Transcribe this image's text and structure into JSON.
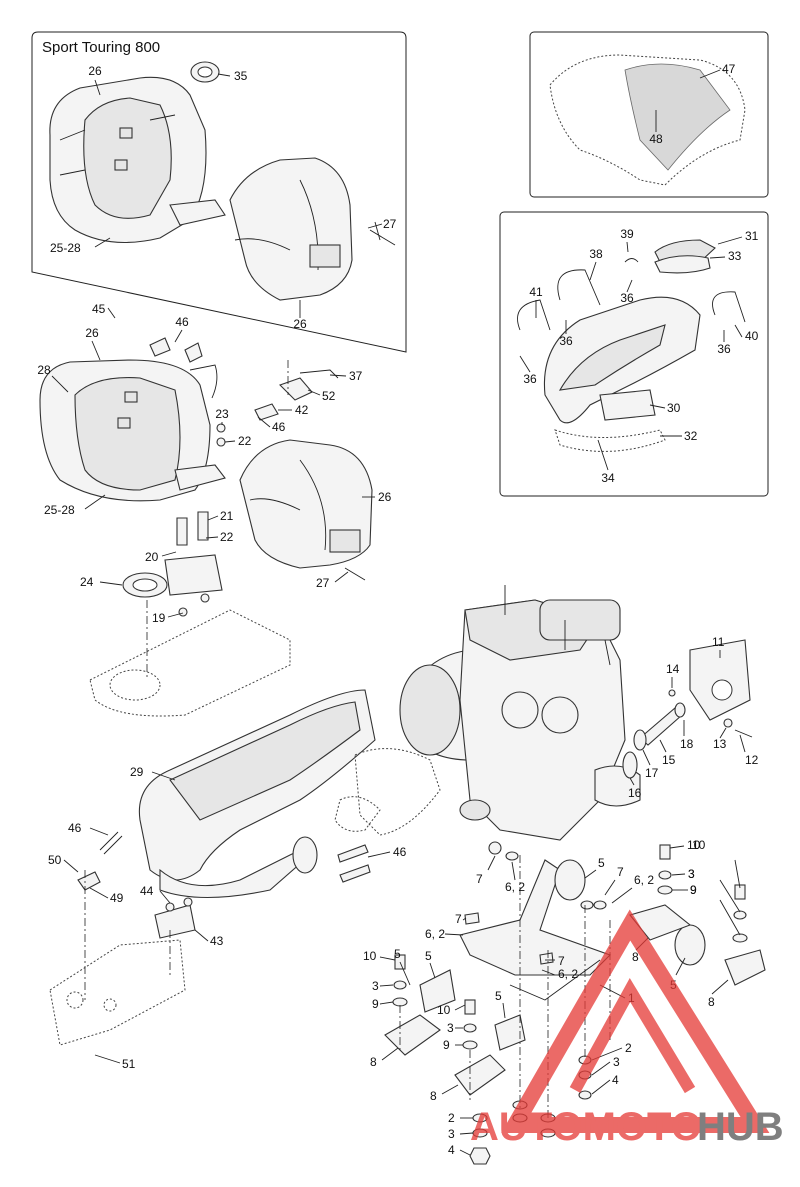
{
  "diagram": {
    "inset_title": "Sport Touring 800",
    "callouts": [
      {
        "id": "c26a",
        "text": "26"
      },
      {
        "id": "c35",
        "text": "35"
      },
      {
        "id": "c27a",
        "text": "27"
      },
      {
        "id": "c2528a",
        "text": "25-28"
      },
      {
        "id": "c26b",
        "text": "26"
      },
      {
        "id": "c47",
        "text": "47"
      },
      {
        "id": "c48",
        "text": "48"
      },
      {
        "id": "c39",
        "text": "39"
      },
      {
        "id": "c31",
        "text": "31"
      },
      {
        "id": "c38",
        "text": "38"
      },
      {
        "id": "c33",
        "text": "33"
      },
      {
        "id": "c36a",
        "text": "36"
      },
      {
        "id": "c41",
        "text": "41"
      },
      {
        "id": "c40",
        "text": "40"
      },
      {
        "id": "c36b",
        "text": "36"
      },
      {
        "id": "c36c",
        "text": "36"
      },
      {
        "id": "c36d",
        "text": "36"
      },
      {
        "id": "c30",
        "text": "30"
      },
      {
        "id": "c32",
        "text": "32"
      },
      {
        "id": "c34",
        "text": "34"
      },
      {
        "id": "c45",
        "text": "45"
      },
      {
        "id": "c46a",
        "text": "46"
      },
      {
        "id": "c26c",
        "text": "26"
      },
      {
        "id": "c28",
        "text": "28"
      },
      {
        "id": "c37",
        "text": "37"
      },
      {
        "id": "c52",
        "text": "52"
      },
      {
        "id": "c23",
        "text": "23"
      },
      {
        "id": "c42",
        "text": "42"
      },
      {
        "id": "c46b",
        "text": "46"
      },
      {
        "id": "c22a",
        "text": "22"
      },
      {
        "id": "c26d",
        "text": "26"
      },
      {
        "id": "c2528b",
        "text": "25-28"
      },
      {
        "id": "c21",
        "text": "21"
      },
      {
        "id": "c22b",
        "text": "22"
      },
      {
        "id": "c20",
        "text": "20"
      },
      {
        "id": "c24",
        "text": "24"
      },
      {
        "id": "c27b",
        "text": "27"
      },
      {
        "id": "c19",
        "text": "19"
      },
      {
        "id": "c11",
        "text": "11"
      },
      {
        "id": "c14",
        "text": "14"
      },
      {
        "id": "c18",
        "text": "18"
      },
      {
        "id": "c13",
        "text": "13"
      },
      {
        "id": "c12",
        "text": "12"
      },
      {
        "id": "c15",
        "text": "15"
      },
      {
        "id": "c17",
        "text": "17"
      },
      {
        "id": "c16",
        "text": "16"
      },
      {
        "id": "c29",
        "text": "29"
      },
      {
        "id": "c46c",
        "text": "46"
      },
      {
        "id": "c50",
        "text": "50"
      },
      {
        "id": "c49",
        "text": "49"
      },
      {
        "id": "c46d",
        "text": "46"
      },
      {
        "id": "c44",
        "text": "44"
      },
      {
        "id": "c43",
        "text": "43"
      },
      {
        "id": "c51",
        "text": "51"
      },
      {
        "id": "c7a",
        "text": "7"
      },
      {
        "id": "c62a",
        "text": "6, 2"
      },
      {
        "id": "c5a",
        "text": "5"
      },
      {
        "id": "c7b",
        "text": "7"
      },
      {
        "id": "c62b",
        "text": "6, 2"
      },
      {
        "id": "c10a",
        "text": "10"
      },
      {
        "id": "c3a",
        "text": "3"
      },
      {
        "id": "c9a",
        "text": "9"
      },
      {
        "id": "c10b",
        "text": "10"
      },
      {
        "id": "c3b",
        "text": "3"
      },
      {
        "id": "c9b",
        "text": "9"
      },
      {
        "id": "c8a",
        "text": "8"
      },
      {
        "id": "c7c",
        "text": "7"
      },
      {
        "id": "c62c",
        "text": "6, 2"
      },
      {
        "id": "c5b",
        "text": "5"
      },
      {
        "id": "c7d",
        "text": "7"
      },
      {
        "id": "c62d",
        "text": "6, 2"
      },
      {
        "id": "c10c",
        "text": "10"
      },
      {
        "id": "c3c",
        "text": "3"
      },
      {
        "id": "c9c",
        "text": "9"
      },
      {
        "id": "c10d",
        "text": "10"
      },
      {
        "id": "c3d",
        "text": "3"
      },
      {
        "id": "c9d",
        "text": "9"
      },
      {
        "id": "c8b",
        "text": "8"
      },
      {
        "id": "c5c",
        "text": "5"
      },
      {
        "id": "c5d",
        "text": "5"
      },
      {
        "id": "c1",
        "text": "1"
      },
      {
        "id": "c5e",
        "text": "5"
      },
      {
        "id": "c8c",
        "text": "8"
      },
      {
        "id": "c8d",
        "text": "8"
      },
      {
        "id": "c2a",
        "text": "2"
      },
      {
        "id": "c3e",
        "text": "3"
      },
      {
        "id": "c4a",
        "text": "4"
      },
      {
        "id": "c2b",
        "text": "2"
      },
      {
        "id": "c3f",
        "text": "3"
      },
      {
        "id": "c4b",
        "text": "4"
      }
    ]
  },
  "watermark": {
    "part1": "AUTOMOTO",
    "part2": "HUB",
    "color_primary": "#e53935",
    "color_secondary": "#555555"
  }
}
